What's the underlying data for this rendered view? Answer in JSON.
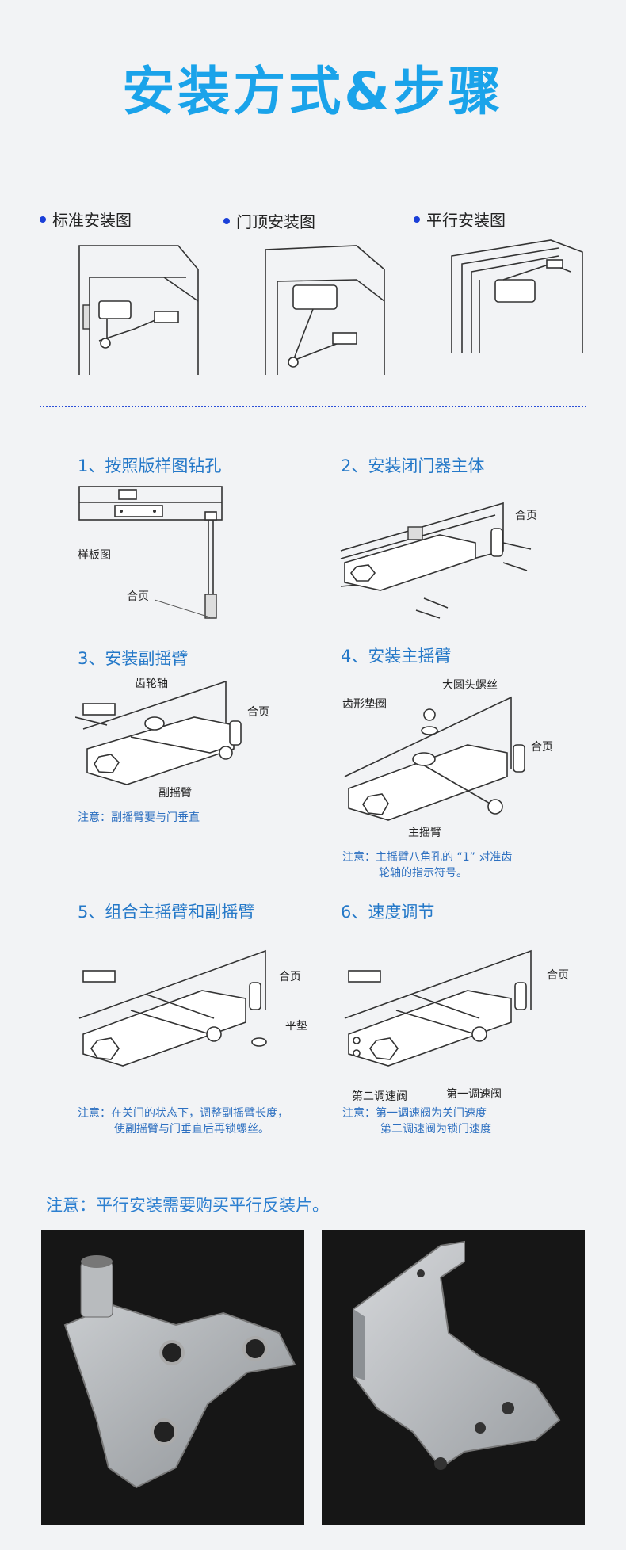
{
  "title": "安装方式&步骤",
  "install_types": [
    {
      "label": "标准安装图"
    },
    {
      "label": "门顶安装图"
    },
    {
      "label": "平行安装图"
    }
  ],
  "steps": [
    {
      "title": "1、按照版样图钻孔",
      "labels": [
        "样板图",
        "合页"
      ]
    },
    {
      "title": "2、安装闭门器主体",
      "labels": [
        "合页"
      ]
    },
    {
      "title": "3、安装副摇臂",
      "labels": [
        "齿轮轴",
        "合页",
        "副摇臂"
      ],
      "note_line1": "注意：副摇臂要与门垂直"
    },
    {
      "title": "4、安装主摇臂",
      "labels": [
        "大圆头螺丝",
        "齿形垫圈",
        "合页",
        "主摇臂"
      ],
      "note_line1": "注意：主摇臂八角孔的 “1” 对准齿",
      "note_line2": "轮轴的指示符号。"
    },
    {
      "title": "5、组合主摇臂和副摇臂",
      "labels": [
        "合页",
        "平垫"
      ],
      "note_line1": "注意：在关门的状态下，调整副摇臂长度，",
      "note_line2": "使副摇臂与门垂直后再锁螺丝。"
    },
    {
      "title": "6、速度调节",
      "labels": [
        "合页",
        "第二调速阀",
        "第一调速阀"
      ],
      "note_line1": "注意：第一调速阀为关门速度",
      "note_line2": "第二调速阀为锁门速度"
    }
  ],
  "bottom_note": "注意：平行安装需要购买平行反装片。",
  "colors": {
    "title": "#1aa3ea",
    "accent": "#2478c8",
    "dot": "#1a3fd8"
  }
}
